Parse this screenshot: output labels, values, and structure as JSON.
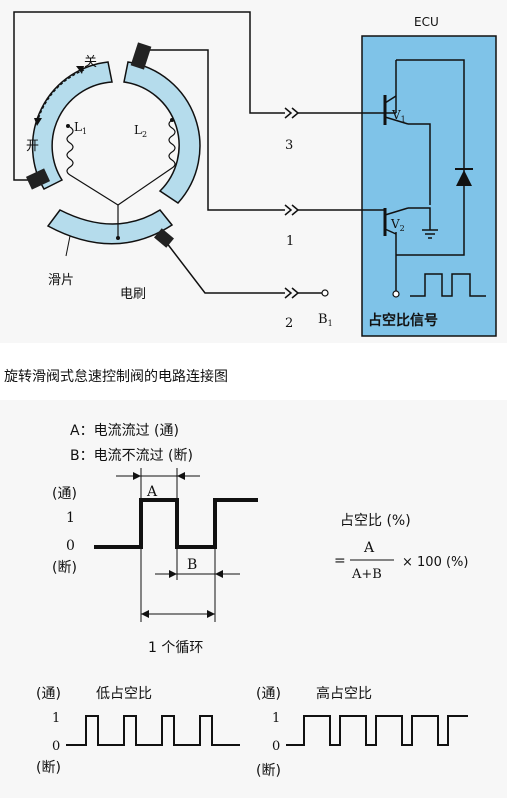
{
  "circuit": {
    "ecu_label": "ECU",
    "close_label": "关",
    "open_label": "开",
    "coil1_label": "L",
    "coil1_sub": "1",
    "coil2_label": "L",
    "coil2_sub": "2",
    "slider_label": "滑片",
    "brush_label": "电刷",
    "transistor1_label": "V",
    "transistor1_sub": "1",
    "transistor2_label": "V",
    "transistor2_sub": "2",
    "terminal_3": "3",
    "terminal_1": "1",
    "terminal_2": "2",
    "b1_label": "B",
    "b1_sub": "1",
    "duty_signal_label": "占空比信号"
  },
  "caption": "旋转滑阀式怠速控制阀的电路连接图",
  "duty": {
    "def_a": "A：电流流过 (通)",
    "def_b": "B：电流不流过 (断)",
    "on_label": "(通)",
    "off_label": "(断)",
    "level_1": "1",
    "level_0": "0",
    "a_mark": "A",
    "b_mark": "B",
    "cycle_label": "1 个循环",
    "formula_title": "占空比 (%)",
    "formula_eq": "=",
    "formula_num": "A",
    "formula_den": "A+B",
    "formula_tail": "× 100 (%)",
    "low_on": "(通)",
    "low_title": "低占空比",
    "low_1": "1",
    "low_0": "0",
    "low_off": "(断)",
    "high_on": "(通)",
    "high_title": "高占空比",
    "high_1": "1",
    "high_0": "0",
    "high_off": "(断)"
  },
  "colors": {
    "ecu_fill": "#7fc3e8",
    "ring_fill": "#b5dcec",
    "line": "#111111"
  }
}
